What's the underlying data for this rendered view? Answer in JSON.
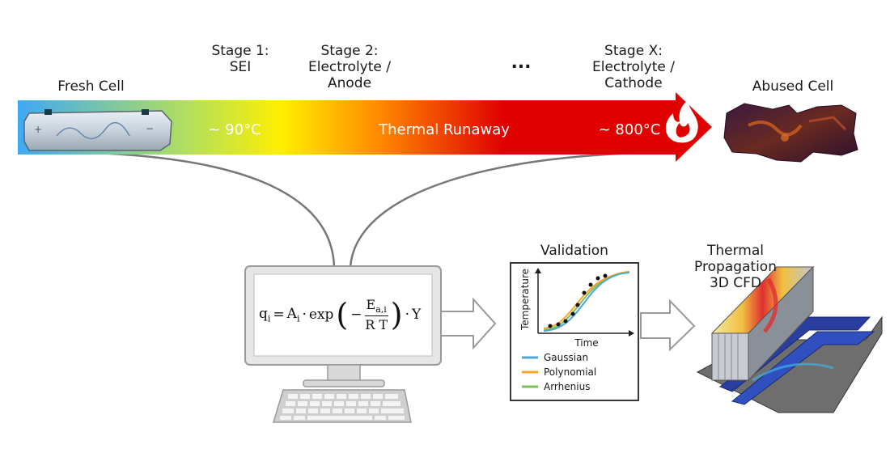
{
  "top": {
    "fresh_cell": "Fresh Cell",
    "abused_cell": "Abused Cell",
    "stage1_line1": "Stage 1:",
    "stage1_line2": "SEI",
    "stage2_line1": "Stage 2:",
    "stage2_line2": "Electrolyte /",
    "stage2_line3": "Anode",
    "ellipsis": "...",
    "stagex_line1": "Stage X:",
    "stagex_line2": "Electrolyte /",
    "stagex_line3": "Cathode",
    "temp_low": "~ 90°C",
    "runaway": "Thermal Runaway",
    "temp_high": "~ 800°C"
  },
  "colors": {
    "arrow_start": "#3fa9f5",
    "arrow_mid1": "#b4e05a",
    "arrow_mid2": "#ffef00",
    "arrow_mid3": "#ff8a00",
    "arrow_end": "#e00000",
    "gaussian": "#4aa8d8",
    "polynomial": "#f5a623",
    "arrhenius": "#7cc05a"
  },
  "computer": {
    "formula_lhs": "q",
    "formula_lhs_sub": "i",
    "formula_A": "A",
    "formula_A_sub": "i",
    "formula_exp": "exp",
    "formula_num": "E",
    "formula_num_sub": "a,i",
    "formula_den": "R T",
    "formula_Y": "Y"
  },
  "validation": {
    "title": "Validation",
    "ylabel": "Temperature",
    "xlabel": "Time",
    "legend": [
      "Gaussian",
      "Polynomial",
      "Arrhenius"
    ]
  },
  "cfd": {
    "title_line1": "Thermal",
    "title_line2": "Propagation",
    "title_line3": "3D CFD"
  }
}
